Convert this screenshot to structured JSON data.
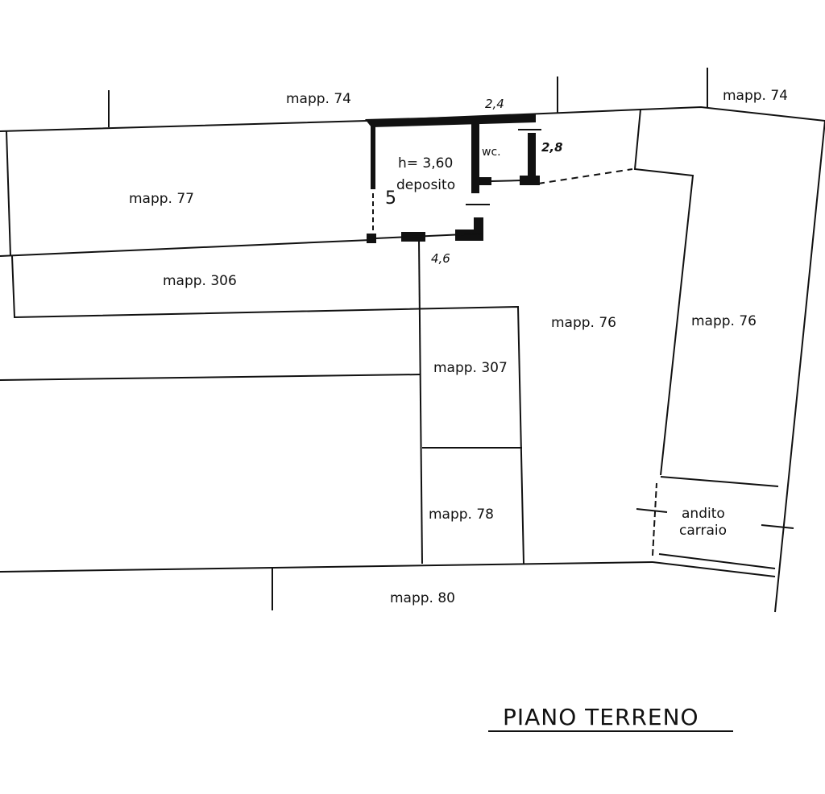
{
  "plan": {
    "title": "PIANO TERRENO",
    "parcels": {
      "mapp74_top": "mapp. 74",
      "mapp74_right": "mapp. 74",
      "mapp77": "mapp. 77",
      "mapp306": "mapp. 306",
      "mapp76_center": "mapp. 76",
      "mapp76_right": "mapp. 76",
      "mapp307": "mapp. 307",
      "mapp78": "mapp. 78",
      "mapp80": "mapp. 80"
    },
    "rooms": {
      "deposito_height": "h= 3,60",
      "deposito": "deposito",
      "deposito_number": "5",
      "wc": "wc.",
      "andito_line1": "andito",
      "andito_line2": "carraio"
    },
    "dimensions": {
      "top_width": "2,4",
      "wc_depth": "2,8",
      "bottom_width": "4,6"
    }
  }
}
